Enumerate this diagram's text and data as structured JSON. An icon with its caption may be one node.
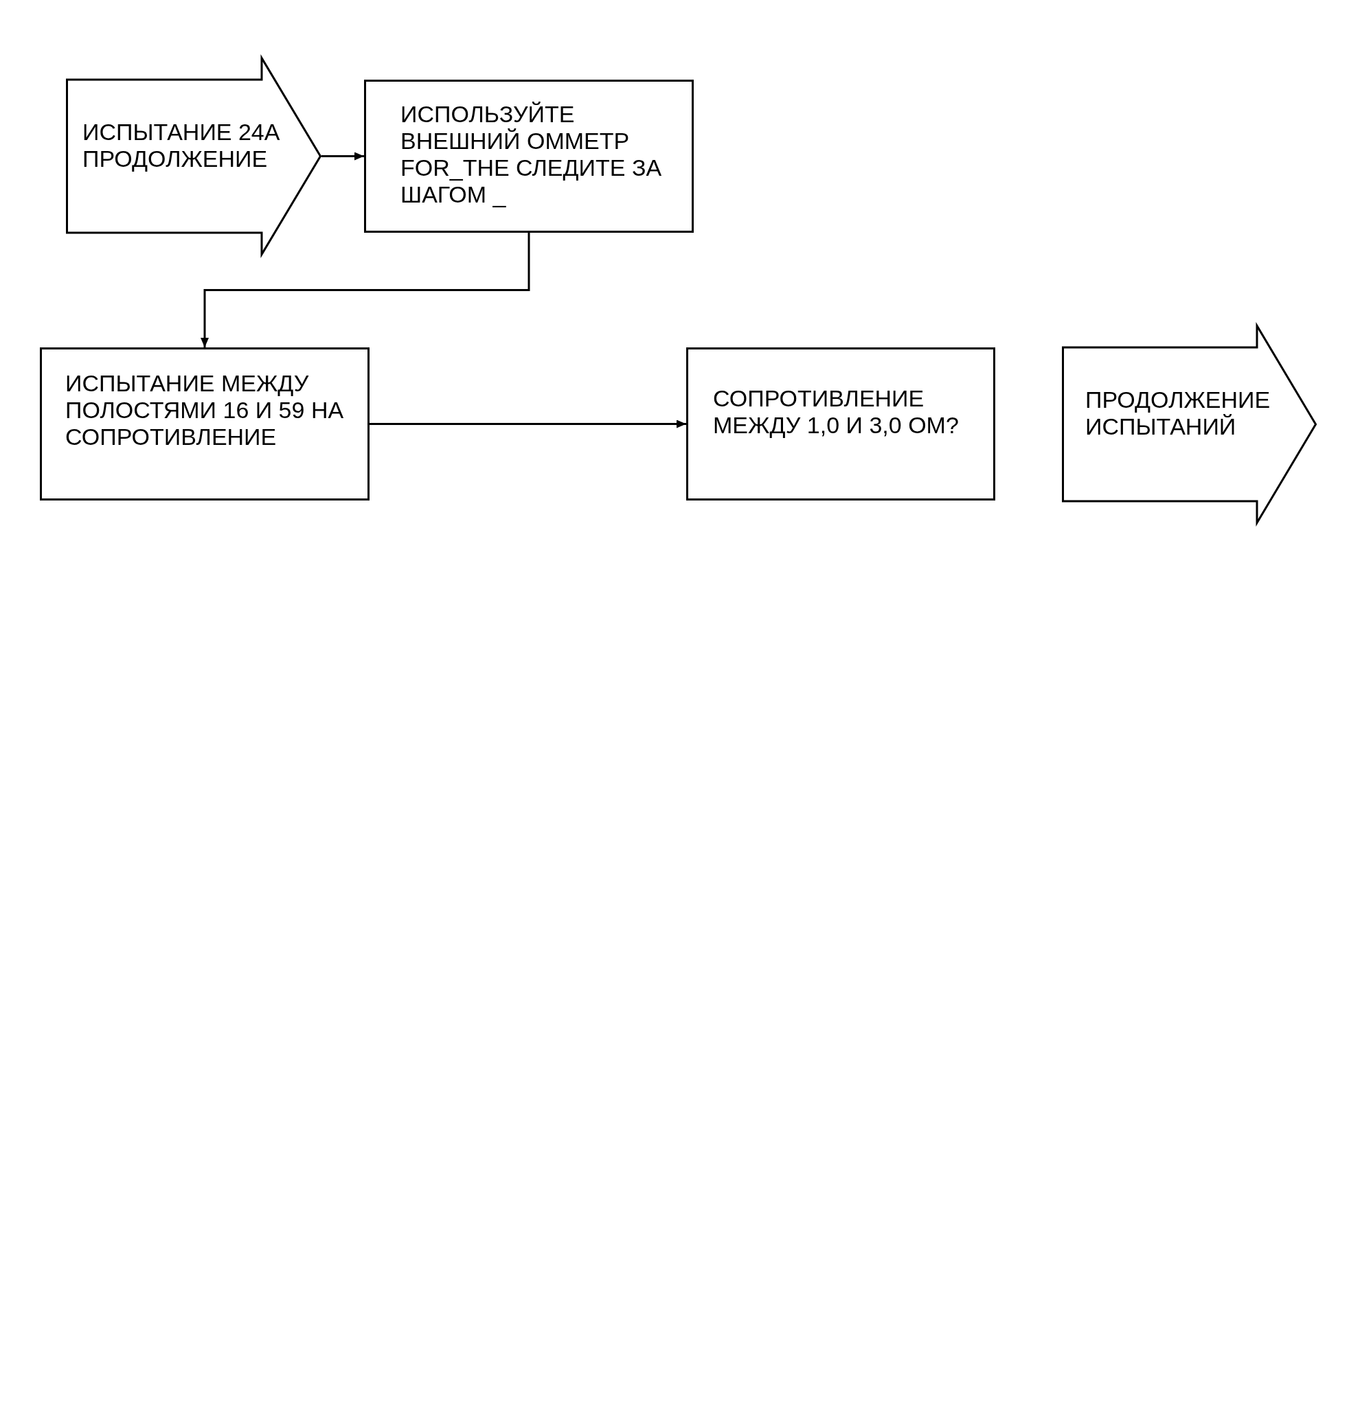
{
  "diagram": {
    "nodes": [
      {
        "text": [
          "ИСПЫТАНИЕ 24A ПРОДОЛЖЕНИЕ"
        ]
      },
      {
        "text": [
          "ИСПОЛЬЗУЙТЕ ВНЕШНИЙ ОММЕТР FOR_THE СЛЕДИТЕ ЗА ШАГОМ _"
        ]
      },
      {
        "text": [
          "ИСПЫТАНИЕ МЕЖДУ ПОЛОСТЯМИ 16 И 59 НА СОПРОТИВЛЕНИЕ"
        ]
      },
      {
        "text": [
          "СОПРОТИВЛЕНИЕ МЕЖДУ 1,0 И 3,0 ОМ?"
        ]
      },
      {
        "text": [
          "ПРОДОЛЖЕНИЕ ИСПЫТАНИЙ"
        ]
      }
    ],
    "edges": [
      {
        "from": 0,
        "to": 1,
        "arrow": "to"
      },
      {
        "from": 1,
        "to": 2,
        "arrow": "to"
      },
      {
        "from": 2,
        "to": 3,
        "arrow": "to"
      }
    ]
  }
}
